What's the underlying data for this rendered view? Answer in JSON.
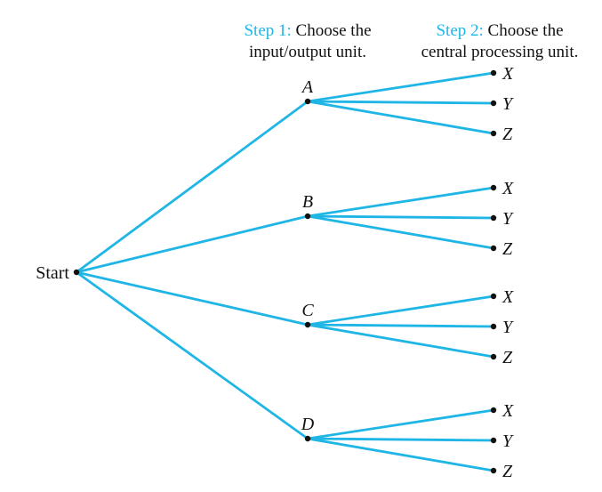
{
  "header": {
    "step1": {
      "prefix": "Step 1:",
      "text": " Choose the",
      "line2": "input/output unit."
    },
    "step2": {
      "prefix": "Step 2:",
      "text": " Choose the",
      "line2": "central processing unit."
    }
  },
  "tree": {
    "root": "Start",
    "branches": [
      {
        "label": "A",
        "children": [
          "X",
          "Y",
          "Z"
        ]
      },
      {
        "label": "B",
        "children": [
          "X",
          "Y",
          "Z"
        ]
      },
      {
        "label": "C",
        "children": [
          "X",
          "Y",
          "Z"
        ]
      },
      {
        "label": "D",
        "children": [
          "X",
          "Y",
          "Z"
        ]
      }
    ]
  },
  "colors": {
    "accent": "#1fb6e6",
    "text": "#111111"
  }
}
